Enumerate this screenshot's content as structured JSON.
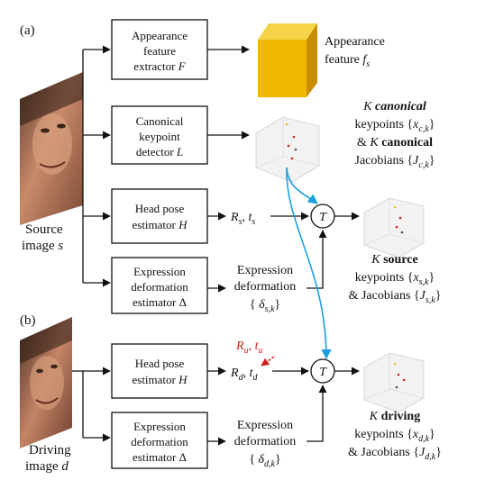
{
  "panel_labels": {
    "a": "(a)",
    "b": "(b)"
  },
  "source": {
    "caption_line1": "Source",
    "caption_line2": "image ",
    "caption_var": "s"
  },
  "driving": {
    "caption_line1": "Driving",
    "caption_line2": "image ",
    "caption_var": "d"
  },
  "boxes": {
    "appearance": {
      "line1": "Appearance",
      "line2": "feature",
      "line3": "extractor ",
      "var": "F"
    },
    "canonical": {
      "line1": "Canonical",
      "line2": "keypoint",
      "line3": "detector ",
      "var": "L"
    },
    "head_pose_s": {
      "line1": "Head pose",
      "line2": "estimator ",
      "var": "H"
    },
    "expression_s": {
      "line1": "Expression",
      "line2": "deformation",
      "line3": "estimator Δ"
    },
    "head_pose_d": {
      "line1": "Head pose",
      "line2": "estimator ",
      "var": "H"
    },
    "expression_d": {
      "line1": "Expression",
      "line2": "deformation",
      "line3": "estimator Δ"
    }
  },
  "outputs": {
    "appearance_feature": {
      "line1": "Appearance",
      "line2": "feature ",
      "var": "f",
      "sub": "s"
    },
    "canonical": {
      "line1_var": "K ",
      "line1_bold": "canonical",
      "line2": "keypoints {",
      "line2_var": "x",
      "line2_sub": "c,k",
      "line2_end": "}",
      "line3_pre": "& ",
      "line3_var": "K ",
      "line3_bold": "canonical",
      "line4": "Jacobians {",
      "line4_var": "J",
      "line4_sub": "c,k",
      "line4_end": "}"
    },
    "source_kp": {
      "line1_var": "K ",
      "line1_bold": "source",
      "line2": "keypoints {",
      "line2_var": "x",
      "line2_sub": "s,k",
      "line2_end": "}",
      "line3": "& Jacobians {",
      "line3_var": "J",
      "line3_sub": "s,k",
      "line3_end": "}"
    },
    "driving_kp": {
      "line1_var": "K ",
      "line1_bold": "driving",
      "line2": "keypoints {",
      "line2_var": "x",
      "line2_sub": "d,k",
      "line2_end": "}",
      "line3": "& Jacobians {",
      "line3_var": "J",
      "line3_sub": "d,k",
      "line3_end": "}"
    }
  },
  "edge_labels": {
    "rs_ts": {
      "R": "R",
      "R_sub": "s",
      "sep": ", ",
      "t": "t",
      "t_sub": "s"
    },
    "rd_td": {
      "R": "R",
      "R_sub": "d",
      "sep": ", ",
      "t": "t",
      "t_sub": "d"
    },
    "ru_tu": {
      "R": "R",
      "R_sub": "u",
      "sep": ", ",
      "t": "t",
      "t_sub": "u"
    },
    "expr_s": {
      "line1": "Expression",
      "line2": "deformation",
      "line3_open": "{ ",
      "var": "δ",
      "sub": "s,k",
      "line3_close": "}"
    },
    "expr_d": {
      "line1": "Expression",
      "line2": "deformation",
      "line3_open": "{ ",
      "var": "δ",
      "sub": "d,k",
      "line3_close": "}"
    }
  },
  "transform_nodes": {
    "top": "T",
    "bottom": "T"
  },
  "colors": {
    "blue_arrow": "#1aa0e0",
    "red_label": "#d0201a",
    "cube_front": "#f1b800",
    "cube_top": "#f6d44a",
    "cube_side": "#c98d00"
  }
}
